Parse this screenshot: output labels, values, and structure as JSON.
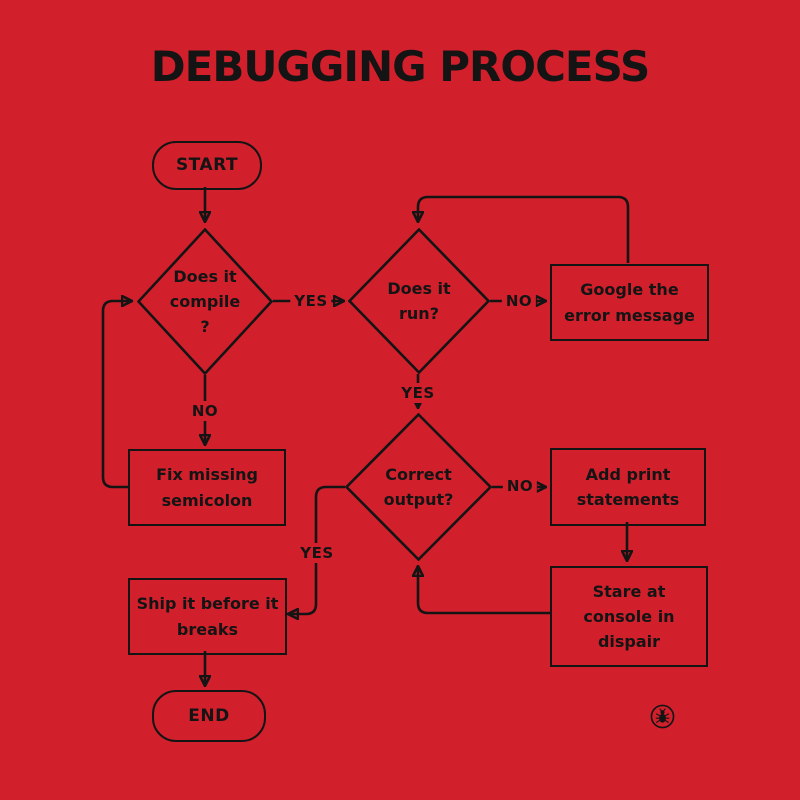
{
  "title": "DEBUGGING PROCESS",
  "colors": {
    "background": "#d1202c",
    "ink": "#141414"
  },
  "nodes": {
    "start": "START",
    "compile": "Does it\ncompile\n?",
    "run": "Does it\nrun?",
    "google": "Google the\nerror message",
    "fix": "Fix missing\nsemicolon",
    "correct": "Correct\noutput?",
    "add_print": "Add print\nstatements",
    "stare": "Stare at\nconsole in\ndispair",
    "ship": "Ship it before it\nbreaks",
    "end": "END"
  },
  "edge_labels": {
    "compile_yes": "YES",
    "compile_no": "NO",
    "run_yes": "YES",
    "run_no": "NO",
    "correct_yes": "YES",
    "correct_no": "NO"
  },
  "icons": {
    "bug": "bug-in-circle-badge"
  }
}
